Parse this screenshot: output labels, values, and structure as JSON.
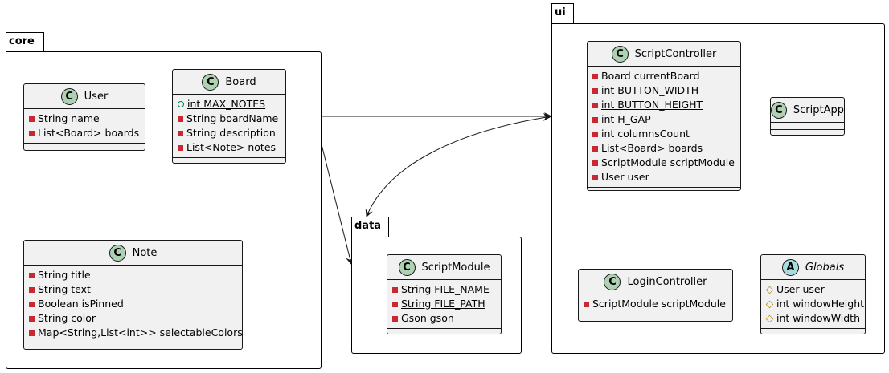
{
  "packages": {
    "core": "core",
    "data": "data",
    "ui": "ui"
  },
  "classes": {
    "user": {
      "name": "User",
      "stereotype": "C",
      "fields": [
        "String name",
        "List<Board> boards"
      ]
    },
    "board": {
      "name": "Board",
      "stereotype": "C",
      "fields": [
        "int MAX_NOTES",
        "String boardName",
        "String description",
        "List<Note> notes"
      ]
    },
    "note": {
      "name": "Note",
      "stereotype": "C",
      "fields": [
        "String title",
        "String text",
        "Boolean isPinned",
        "String color",
        "Map<String,List<int>> selectableColors"
      ]
    },
    "script_module": {
      "name": "ScriptModule",
      "stereotype": "C",
      "fields": [
        "String FILE_NAME",
        "String FILE_PATH",
        "Gson gson"
      ]
    },
    "script_controller": {
      "name": "ScriptController",
      "stereotype": "C",
      "fields": [
        "Board currentBoard",
        "int BUTTON_WIDTH",
        "int BUTTON_HEIGHT",
        "int H_GAP",
        "int columnsCount",
        "List<Board> boards",
        "ScriptModule scriptModule",
        "User user"
      ]
    },
    "script_app": {
      "name": "ScriptApp",
      "stereotype": "C",
      "fields": []
    },
    "login_controller": {
      "name": "LoginController",
      "stereotype": "C",
      "fields": [
        "ScriptModule scriptModule"
      ]
    },
    "globals": {
      "name": "Globals",
      "stereotype": "A",
      "fields": [
        "User user",
        "int windowHeight",
        "int windowWidth"
      ]
    }
  },
  "colors": {
    "class_fill": "#f1f1f1",
    "class_icon": "#add1b2",
    "abstract_icon": "#a9dcdf",
    "private": "#c82930",
    "public": "#038048",
    "protected": "#b38d22"
  }
}
